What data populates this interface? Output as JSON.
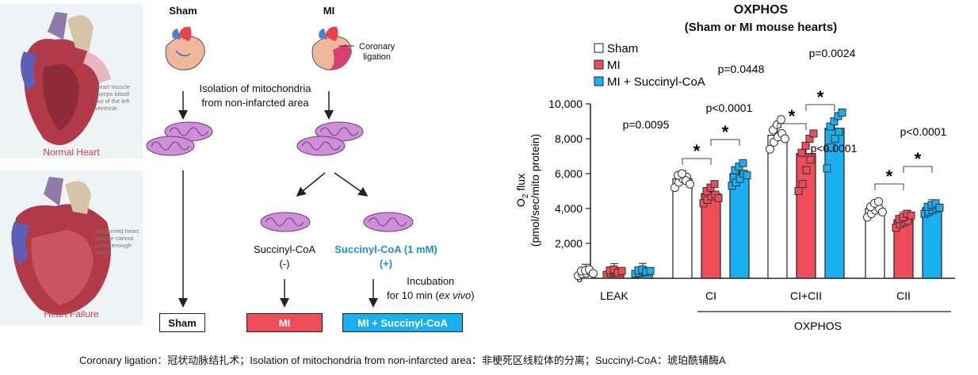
{
  "left_panels": {
    "top": {
      "caption": "Normal Heart",
      "note": "Heart muscle pumps blood out of the left ventricle."
    },
    "bottom": {
      "caption": "Heart Failure",
      "note": "Weakened heart muscle cannot pump enough blood."
    }
  },
  "flow": {
    "sham_label": "Sham",
    "mi_label": "MI",
    "coronary_label_1": "Coronary",
    "coronary_label_2": "ligation",
    "isolation_1": "Isolation of mitochondria",
    "isolation_2": "from non-infarcted area",
    "succ_minus_1": "Succinyl-CoA",
    "succ_minus_2": "(-)",
    "succ_plus_1": "Succinyl-CoA (1 mM)",
    "succ_plus_2": "(+)",
    "incubation_1": "Incubation",
    "incubation_2a": "for 10 min (",
    "incubation_2b": "ex vivo",
    "incubation_2c": ")",
    "box_sham": "Sham",
    "box_mi": "MI",
    "box_succ": "MI + Succinyl-CoA"
  },
  "colors": {
    "mi": "#ef4c5a",
    "succ": "#18b0ef",
    "blue_text": "#1b8fe0",
    "sham": "#ffffff"
  },
  "footer": "Coronary ligation：冠状动脉结扎术；Isolation of mitochondria from non-infarcted area：非梗死区线粒体的分离；Succinyl-CoA：琥珀酰辅酶A",
  "chart_data": {
    "type": "bar",
    "title": "OXPHOS",
    "subtitle": "(Sham or MI mouse hearts)",
    "ylabel_prefix": "O",
    "ylabel_sub": "2",
    "ylabel_suffix": " flux",
    "ylabel_line2": "(pmol/sec/mito protein)",
    "ylim": [
      0,
      10000
    ],
    "yticks": [
      "0",
      "2,000",
      "4,000",
      "6,000",
      "8,000",
      "10,000"
    ],
    "categories": [
      "LEAK",
      "CI",
      "CI+CII",
      "CII"
    ],
    "group_label": "OXPHOS",
    "series": [
      {
        "name": "Sham",
        "values": [
          350,
          5700,
          8200,
          4000
        ]
      },
      {
        "name": "MI",
        "values": [
          380,
          4850,
          7150,
          3350
        ]
      },
      {
        "name": "MI + Succinyl-CoA",
        "values": [
          400,
          6000,
          8600,
          4050
        ]
      }
    ],
    "points": [
      [
        [
          150,
          250,
          300,
          380,
          420,
          450,
          500,
          280
        ],
        [
          5200,
          5500,
          5700,
          5800,
          5900,
          6000,
          5600,
          5400
        ],
        [
          7400,
          7800,
          8100,
          8300,
          8500,
          8800,
          9100,
          8000
        ],
        [
          3500,
          3700,
          3900,
          4000,
          4100,
          4300,
          4400,
          3800
        ]
      ],
      [
        [
          200,
          300,
          350,
          400,
          450,
          500,
          330,
          420
        ],
        [
          4300,
          4500,
          4700,
          4800,
          5000,
          5200,
          5400,
          4600
        ],
        [
          5000,
          5400,
          6200,
          6800,
          7200,
          7600,
          8000,
          8300
        ],
        [
          2900,
          3100,
          3200,
          3300,
          3400,
          3500,
          3700,
          3600
        ]
      ],
      [
        [
          250,
          300,
          350,
          400,
          450,
          500,
          380,
          420
        ],
        [
          5300,
          5500,
          5700,
          6000,
          6200,
          6400,
          6600,
          5900
        ],
        [
          6300,
          7500,
          8000,
          8400,
          8700,
          9000,
          9300,
          9500
        ],
        [
          3700,
          3800,
          3900,
          4000,
          4100,
          4200,
          4300,
          4050
        ]
      ]
    ],
    "annotations": [
      {
        "text": "p=0.0095"
      },
      {
        "text": "p<0.0001"
      },
      {
        "text": "p=0.0448"
      },
      {
        "text": "p=0.0024"
      },
      {
        "text": "p<0.0001"
      },
      {
        "text": "p<0.0001"
      }
    ],
    "star": "*"
  }
}
